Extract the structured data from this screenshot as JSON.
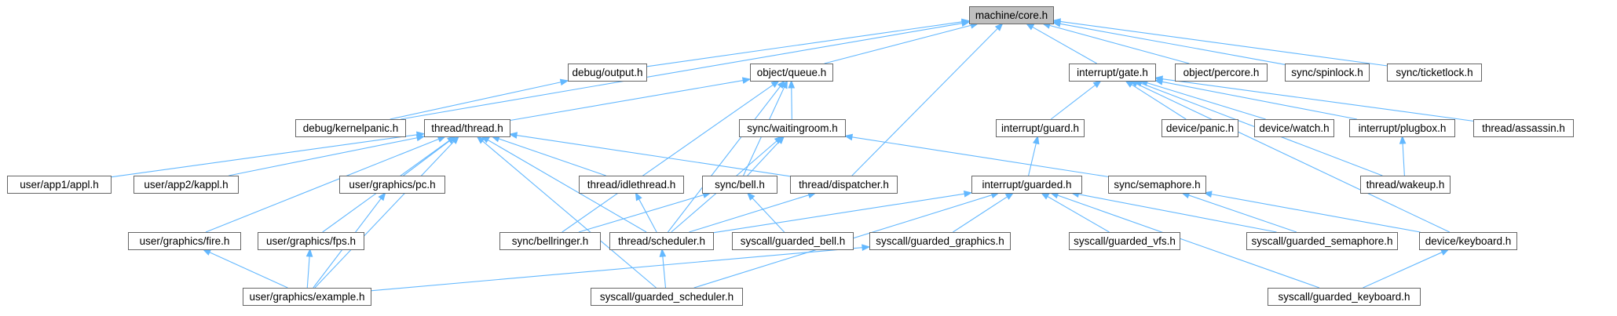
{
  "colors": {
    "node_fill": "#ffffff",
    "node_stroke": "#666666",
    "highlight_fill": "#bfbfbf",
    "edge": "#63b8ff"
  },
  "nodes": [
    {
      "id": "machine_core",
      "label": "machine/core.h",
      "highlight": true
    },
    {
      "id": "debug_output",
      "label": "debug/output.h"
    },
    {
      "id": "object_queue",
      "label": "object/queue.h"
    },
    {
      "id": "interrupt_gate",
      "label": "interrupt/gate.h"
    },
    {
      "id": "object_percore",
      "label": "object/percore.h"
    },
    {
      "id": "sync_spinlock",
      "label": "sync/spinlock.h"
    },
    {
      "id": "sync_ticketlock",
      "label": "sync/ticketlock.h"
    },
    {
      "id": "debug_kernelpanic",
      "label": "debug/kernelpanic.h"
    },
    {
      "id": "thread_thread",
      "label": "thread/thread.h"
    },
    {
      "id": "sync_waitingroom",
      "label": "sync/waitingroom.h"
    },
    {
      "id": "interrupt_guard",
      "label": "interrupt/guard.h"
    },
    {
      "id": "device_panic",
      "label": "device/panic.h"
    },
    {
      "id": "device_watch",
      "label": "device/watch.h"
    },
    {
      "id": "interrupt_plugbox",
      "label": "interrupt/plugbox.h"
    },
    {
      "id": "thread_assassin",
      "label": "thread/assassin.h"
    },
    {
      "id": "user_app1",
      "label": "user/app1/appl.h"
    },
    {
      "id": "user_app2",
      "label": "user/app2/kappl.h"
    },
    {
      "id": "user_graphics_pc",
      "label": "user/graphics/pc.h"
    },
    {
      "id": "thread_idlethread",
      "label": "thread/idlethread.h"
    },
    {
      "id": "sync_bell",
      "label": "sync/bell.h"
    },
    {
      "id": "thread_dispatcher",
      "label": "thread/dispatcher.h"
    },
    {
      "id": "interrupt_guarded",
      "label": "interrupt/guarded.h"
    },
    {
      "id": "sync_semaphore",
      "label": "sync/semaphore.h"
    },
    {
      "id": "thread_wakeup",
      "label": "thread/wakeup.h"
    },
    {
      "id": "user_graphics_fire",
      "label": "user/graphics/fire.h"
    },
    {
      "id": "user_graphics_fps",
      "label": "user/graphics/fps.h"
    },
    {
      "id": "sync_bellringer",
      "label": "sync/bellringer.h"
    },
    {
      "id": "thread_scheduler",
      "label": "thread/scheduler.h"
    },
    {
      "id": "syscall_guarded_bell",
      "label": "syscall/guarded_bell.h"
    },
    {
      "id": "syscall_guarded_graphics",
      "label": "syscall/guarded_graphics.h"
    },
    {
      "id": "syscall_guarded_vfs",
      "label": "syscall/guarded_vfs.h"
    },
    {
      "id": "syscall_guarded_semaphore",
      "label": "syscall/guarded_semaphore.h"
    },
    {
      "id": "device_keyboard",
      "label": "device/keyboard.h"
    },
    {
      "id": "user_graphics_example",
      "label": "user/graphics/example.h"
    },
    {
      "id": "syscall_guarded_scheduler",
      "label": "syscall/guarded_scheduler.h"
    },
    {
      "id": "syscall_guarded_keyboard",
      "label": "syscall/guarded_keyboard.h"
    }
  ],
  "edges": [
    [
      "debug_output",
      "machine_core"
    ],
    [
      "object_queue",
      "machine_core"
    ],
    [
      "interrupt_gate",
      "machine_core"
    ],
    [
      "object_percore",
      "machine_core"
    ],
    [
      "sync_spinlock",
      "machine_core"
    ],
    [
      "sync_ticketlock",
      "machine_core"
    ],
    [
      "debug_kernelpanic",
      "machine_core"
    ],
    [
      "thread_dispatcher",
      "machine_core"
    ],
    [
      "debug_kernelpanic",
      "debug_output"
    ],
    [
      "thread_thread",
      "object_queue"
    ],
    [
      "sync_waitingroom",
      "object_queue"
    ],
    [
      "sync_bell",
      "object_queue"
    ],
    [
      "sync_bellringer",
      "object_queue"
    ],
    [
      "thread_scheduler",
      "object_queue"
    ],
    [
      "interrupt_guard",
      "interrupt_gate"
    ],
    [
      "device_panic",
      "interrupt_gate"
    ],
    [
      "device_watch",
      "interrupt_gate"
    ],
    [
      "interrupt_plugbox",
      "interrupt_gate"
    ],
    [
      "thread_assassin",
      "interrupt_gate"
    ],
    [
      "thread_wakeup",
      "interrupt_gate"
    ],
    [
      "device_keyboard",
      "interrupt_gate"
    ],
    [
      "user_app1",
      "thread_thread"
    ],
    [
      "user_app2",
      "thread_thread"
    ],
    [
      "user_graphics_pc",
      "thread_thread"
    ],
    [
      "thread_idlethread",
      "thread_thread"
    ],
    [
      "thread_dispatcher",
      "thread_thread"
    ],
    [
      "user_graphics_fire",
      "thread_thread"
    ],
    [
      "user_graphics_fps",
      "thread_thread"
    ],
    [
      "thread_scheduler",
      "thread_thread"
    ],
    [
      "user_graphics_example",
      "thread_thread"
    ],
    [
      "syscall_guarded_scheduler",
      "thread_thread"
    ],
    [
      "sync_bell",
      "sync_waitingroom"
    ],
    [
      "sync_semaphore",
      "sync_waitingroom"
    ],
    [
      "thread_scheduler",
      "sync_waitingroom"
    ],
    [
      "interrupt_guarded",
      "interrupt_guard"
    ],
    [
      "thread_wakeup",
      "interrupt_plugbox"
    ],
    [
      "user_graphics_example",
      "user_graphics_pc"
    ],
    [
      "thread_scheduler",
      "thread_idlethread"
    ],
    [
      "sync_bellringer",
      "sync_bell"
    ],
    [
      "syscall_guarded_bell",
      "sync_bell"
    ],
    [
      "thread_scheduler",
      "thread_dispatcher"
    ],
    [
      "thread_scheduler",
      "interrupt_guarded"
    ],
    [
      "syscall_guarded_graphics",
      "interrupt_guarded"
    ],
    [
      "syscall_guarded_vfs",
      "interrupt_guarded"
    ],
    [
      "syscall_guarded_semaphore",
      "interrupt_guarded"
    ],
    [
      "syscall_guarded_keyboard",
      "interrupt_guarded"
    ],
    [
      "syscall_guarded_scheduler",
      "interrupt_guarded"
    ],
    [
      "syscall_guarded_semaphore",
      "sync_semaphore"
    ],
    [
      "device_keyboard",
      "sync_semaphore"
    ],
    [
      "user_graphics_example",
      "user_graphics_fire"
    ],
    [
      "user_graphics_example",
      "user_graphics_fps"
    ],
    [
      "syscall_guarded_scheduler",
      "thread_scheduler"
    ],
    [
      "user_graphics_example",
      "syscall_guarded_graphics"
    ],
    [
      "syscall_guarded_keyboard",
      "device_keyboard"
    ]
  ]
}
